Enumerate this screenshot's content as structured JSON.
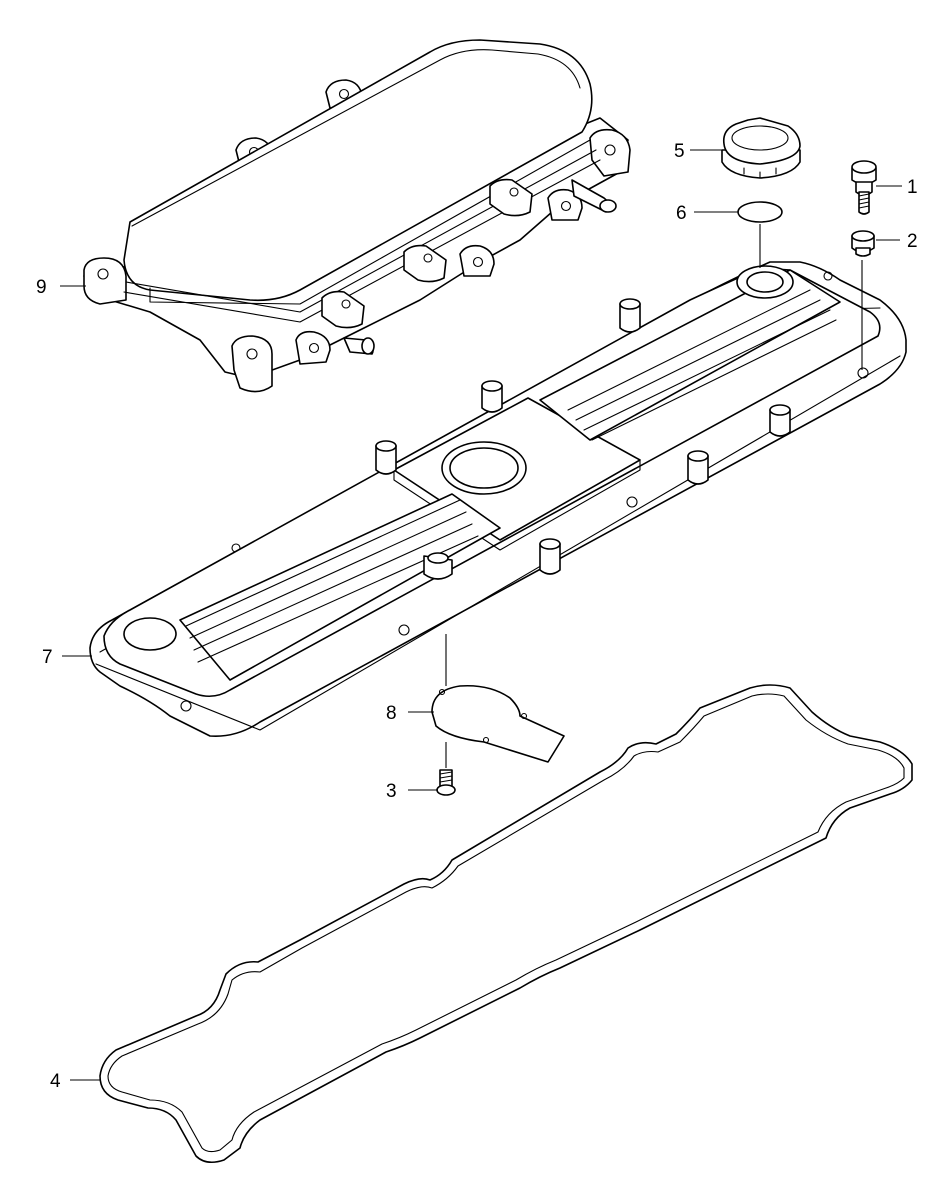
{
  "diagram": {
    "callouts": [
      {
        "id": "callout-1",
        "label": "1"
      },
      {
        "id": "callout-2",
        "label": "2"
      },
      {
        "id": "callout-3",
        "label": "3"
      },
      {
        "id": "callout-4",
        "label": "4"
      },
      {
        "id": "callout-5",
        "label": "5"
      },
      {
        "id": "callout-6",
        "label": "6"
      },
      {
        "id": "callout-7",
        "label": "7"
      },
      {
        "id": "callout-8",
        "label": "8"
      },
      {
        "id": "callout-9",
        "label": "9"
      }
    ]
  },
  "colors": {
    "ink": "#000000",
    "paper": "#ffffff"
  }
}
